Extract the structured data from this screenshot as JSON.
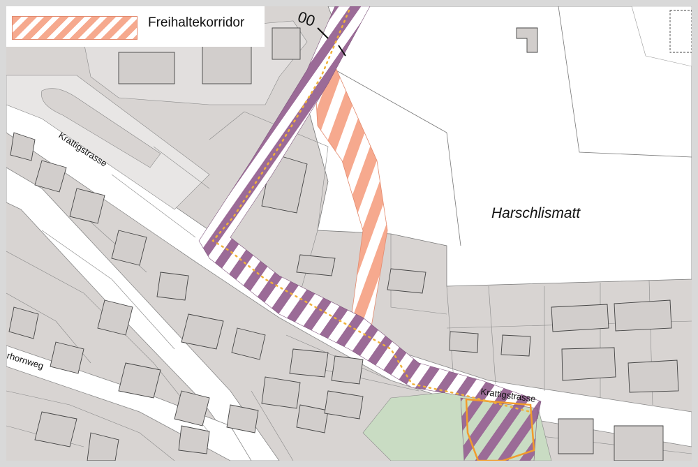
{
  "legend": {
    "label": "Freihaltekorridor",
    "swatch_color": "#f6a98e"
  },
  "labels": {
    "street_north": "Krattigstrasse",
    "street_south": "Krattigstrasse",
    "street_sw": "rhornweg",
    "area": "Harschlismatt",
    "top_mark": "00"
  },
  "colors": {
    "background": "#d8d4d2",
    "parcel_white": "#ffffff",
    "building": "#d2cecc",
    "purple_corridor": "#9b6b97",
    "orange_corridor": "#f6a98e",
    "green_area": "#c9dcc3",
    "dotted_line": "#f0b13a",
    "outline_orange": "#f29c2b"
  }
}
